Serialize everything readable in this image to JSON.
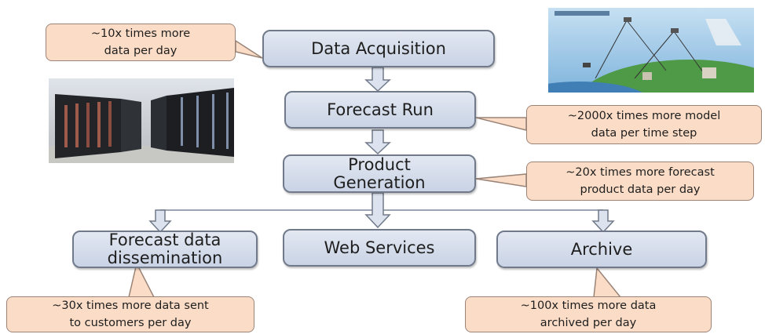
{
  "boxes": {
    "data_acquisition": "Data Acquisition",
    "forecast_run": "Forecast Run",
    "product_generation": [
      "Product",
      "Generation"
    ],
    "forecast_dissemination": [
      "Forecast data",
      "dissemination"
    ],
    "web_services": "Web Services",
    "archive": "Archive"
  },
  "callouts": {
    "acquisition": [
      "~10x times more",
      "data per day"
    ],
    "model": [
      "~2000x times more model",
      "data per time step"
    ],
    "product": [
      "~20x times more forecast",
      "product data per day"
    ],
    "customers": [
      "~30x times more data sent",
      "to customers per day"
    ],
    "archive": [
      "~100x times more data",
      "archived per day"
    ]
  },
  "images": {
    "supercomputer": "supercomputer-photo",
    "observing_system": "observing-system-illustration"
  },
  "colors": {
    "box_fill_top": "#e3e8f2",
    "box_fill_bottom": "#c9d3e5",
    "box_border": "#707a8a",
    "callout_fill": "#fbdcc6",
    "callout_border": "#9a8478",
    "arrow_fill": "#dde3ee",
    "arrow_stroke": "#707a8a"
  }
}
